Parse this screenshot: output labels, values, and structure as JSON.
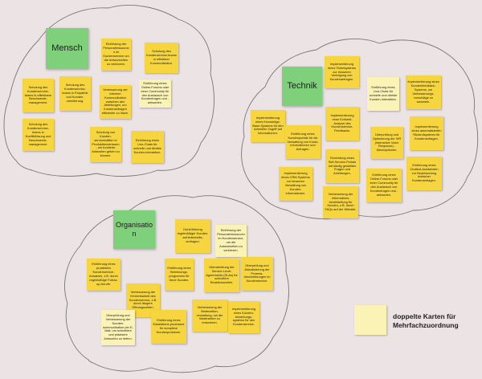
{
  "clusters": {
    "mensch": {
      "title": "Mensch",
      "notes": [
        "Einführung der Personalressourcen im Kundenservice um die Antwortzeiten zu verkürzen.",
        "Schulung des Kundenservice-teams in effektiver Kommunikation.",
        "Schulung des Kundenservice-teams in effektivem Beschwerde-management.",
        "Schulung des Kundenservice-teams in Empathie und Kunden-orientierung.",
        "Verbesserung der internen Kommunikation zwischen den Abteilungen, um Kundenanfragen effizienter zu lösen.",
        "Einführung eines Online-Forums oder einer Community für den Austausch von Kundenfragen und -antworten.",
        "Schulung des Kundenservice-teams in Konfliktlösung und Beschwerde-management.",
        "Schulung von Kunden-servicekräften in Produktkenntnissen, um fundierte Antworten geben zu können.",
        "Einführung eines Live-Chats für schnelle und direkte Kunden-interaktion."
      ]
    },
    "technik": {
      "title": "Technik",
      "notes": [
        "Implementierung eines Ticketsystems zur besseren Verfolgung von Kundenanfragen.",
        "Einführung eines Live-Chats für schnelle und direkte Kunden-interaktion.",
        "Implementierung eines Kundenfeedback-Systems, um Verbesserungs-vorschläge zu sammeln.",
        "Implementierung eines Knowledge-Base-Systems für den schnellen Zugriff auf Informationen.",
        "Implementierung einer Echtzeit-Analyse des Kundenservice-Feedbacks.",
        "Einführung eines Kundenportals für die Verwaltung von Konto-informationen und Anfragen.",
        "Überprüfung und Optimierung der IVR (Interactive Voice Response) -Menüoptionen.",
        "Implementierung eines automatisierten Rückrufsystems für Kundenanfragen.",
        "Einrichtung eines Self-Service-Portals mit häufig gestellten Fragen und Anleitungen.",
        "Implementierung eines CRM-Systems zur besseren Verwaltung von Kunden-informationen.",
        "Einführung eines Online-Forums oder einer Community für den Austausch von Kundenfragen und -antworten.",
        "Einführung eines Chatbot-Assistenten zur Beantwortung einfacher Kundenanfragen.",
        "Verbesserung der Informations-bereitstellung für Kunden, z.B. durch FAQs auf der Website."
      ]
    },
    "organisation": {
      "title": "Organisation",
      "notes": [
        "Durchführung regelmäßiger Kunden-zufriedenheits-umfragen.",
        "Einführung der Personalressourcen im Kundenservice, um die Antwortzeiten zu verkürzen.",
        "Einführung eines proaktiven Kundenservice-Ansatzes, z.B. durch regelmäßige Follow-up-Anrufe.",
        "Einführung eines Belohnungs-programms für treue Kunden.",
        "Überarbeitung der Service-Level-Agreements (SLAs) für schnellere Reaktionszeiten.",
        "Überprüfung und Aktualisierung der Prozess-beschreibungen im Kundenservice.",
        "Verbesserung der Erreichbarkeit des Kundenservice, z.B. durch längere Öffnungszeiten.",
        "Verbesserung der Wartezeiten-verwaltung, um die Wartezeiten zu reduzieren.",
        "Implementierung eines Kunden-bewertungs-systems für den Kundenservice.",
        "Überprüfung und Verbesserung der Kunden-kommunikation per E-Mail, um schnellere und präzisere Antworten zu liefern.",
        "Einführung eines Eskalations-prozesses für komplexe Kundenprobleme."
      ]
    }
  },
  "legend": {
    "label": "doppelte Karten für Mehrfachzuordnung"
  },
  "colors": {
    "background": "#ece3e5",
    "category_note": "#7fd07a",
    "idea_note": "#f6d53e",
    "duplicate_note": "#fbf3b6",
    "cloud_outline": "#777777"
  }
}
